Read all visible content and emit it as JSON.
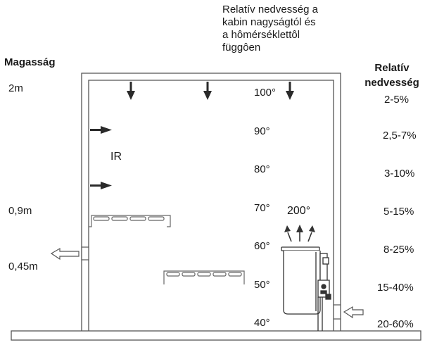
{
  "caption": {
    "lines": [
      "Relatív nedvesség a",
      "kabin nagyságtól és",
      "a hômérséklettôl",
      "függôen"
    ]
  },
  "height_axis": {
    "title": "Magasság",
    "marks": [
      "2m",
      "0,9m",
      "0,45m"
    ]
  },
  "humidity_axis": {
    "title_lines": [
      "Relatív",
      "nedvesség"
    ],
    "values": [
      "2-5%",
      "2,5-7%",
      "3-10%",
      "5-15%",
      "8-25%",
      "15-40%",
      "20-60%"
    ]
  },
  "temperatures": [
    "100°",
    "90°",
    "80°",
    "70°",
    "60°",
    "50°",
    "40°"
  ],
  "ir_label": "IR",
  "stove_temperature": "200°"
}
